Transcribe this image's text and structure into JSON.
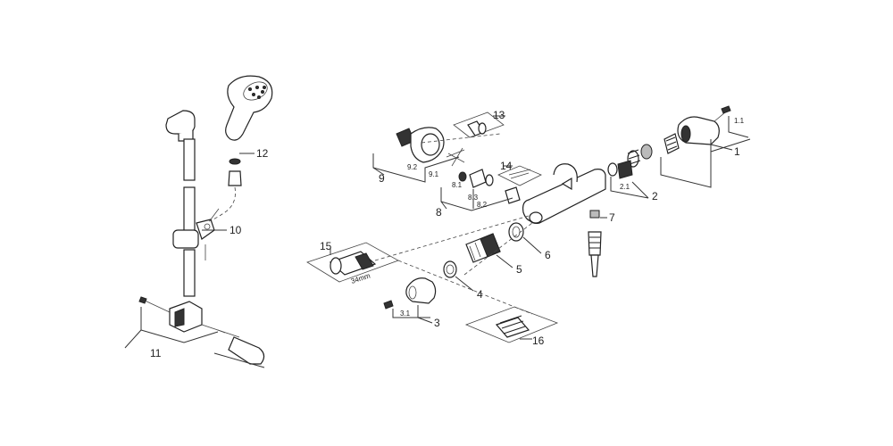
{
  "labels": {
    "l1": "1",
    "l1_1": "1.1",
    "l2": "2",
    "l2_1": "2.1",
    "l3": "3",
    "l3_1": "3.1",
    "l4": "4",
    "l5": "5",
    "l6": "6",
    "l7": "7",
    "l8": "8",
    "l8_1": "8.1",
    "l8_2": "8.2",
    "l8_3": "8.3",
    "l9": "9",
    "l9_1": "9.1",
    "l9_2": "9.2",
    "l10": "10",
    "l11": "11",
    "l12": "12",
    "l13": "13",
    "l14": "14",
    "l15": "15",
    "l16": "16",
    "dim_34mm": "34mm"
  }
}
